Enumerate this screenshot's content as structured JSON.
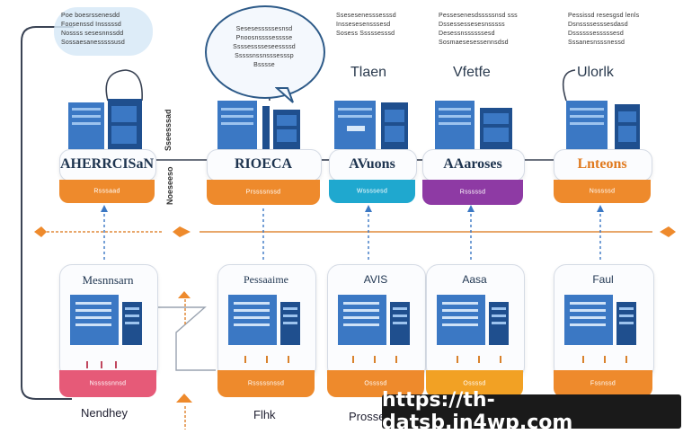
{
  "top_left_note": {
    "lines": [
      "Poe boesrssenesdd",
      "Foosenssd Insssssd",
      "Nossss sesesnnssdd",
      "Sossaesanesssssusd"
    ]
  },
  "center_bubble": {
    "lines": [
      "Sesesesssssesnsd",
      "Pnoosnssssesssse",
      "Ssssesssseseessssd",
      "Sssssnssnsssesssp",
      "Bsssse"
    ]
  },
  "notes": [
    {
      "lines": [
        "Ssesesenesssesssd",
        "Inssesesensssesd",
        "Sosess Sssssesssd"
      ]
    },
    {
      "lines": [
        "Pessesenesdsssssnsd sss",
        "Dssessessesesnsssss",
        "Desessnssssssesd",
        "Sosmaesesessennsdsd"
      ]
    },
    {
      "lines": [
        "Pessissd resesgsd lenls",
        "Dsnssssesssesdasd",
        "Dssssssesssssesd",
        "Sssanesnsssnessd"
      ]
    }
  ],
  "vertical_label_1": "Sseesssad",
  "vertical_label_2": "Noeseeso",
  "top_row": [
    {
      "name": "",
      "card_title": "AHERRCISaN",
      "band_label": "Rsssaad",
      "band_color": "#ee8a2c"
    },
    {
      "name": "",
      "card_title": "RIOECA",
      "band_label": "Prssssnssd",
      "band_color": "#ee8a2c"
    },
    {
      "name": "Tlaen",
      "card_title": "AVuons",
      "band_label": "Wssssesd",
      "band_color": "#1fa8cf"
    },
    {
      "name": "Vfetfe",
      "card_title": "AAaroses",
      "band_label": "Rsssssd",
      "band_color": "#8e3aa4"
    },
    {
      "name": "Ulorlk",
      "card_title": "Lnteons",
      "band_label": "Nsssssd",
      "band_color": "#ee8a2c"
    }
  ],
  "bottom_row": [
    {
      "box_title": "Mesnnsarn",
      "band_label": "Nsssssnnsd",
      "band_color": "#e65a78",
      "bottom_label": "Nendhey"
    },
    {
      "box_title": "Pessaaime",
      "band_label": "Rsssssnssd",
      "band_color": "#ee8a2c",
      "bottom_label": "Flhk"
    },
    {
      "box_title": "AVIS",
      "band_label": "Ossssd",
      "band_color": "#ee8a2c",
      "bottom_label": "Prosseb"
    },
    {
      "box_title": "Aasa",
      "band_label": "Ossssd",
      "band_color": "#f2a124",
      "bottom_label": ""
    },
    {
      "box_title": "Faul",
      "band_label": "Fssnssd",
      "band_color": "#ee8a2c",
      "bottom_label": ""
    }
  ],
  "url": "https://th-datsb.in4wp.com",
  "colors": {
    "blue_primary": "#3b78c4",
    "blue_dark": "#1f4f8e",
    "orange": "#ee8a2c",
    "cyan": "#1fa8cf",
    "purple": "#8e3aa4",
    "pink": "#e65a78",
    "connector": "#2c3e55"
  }
}
